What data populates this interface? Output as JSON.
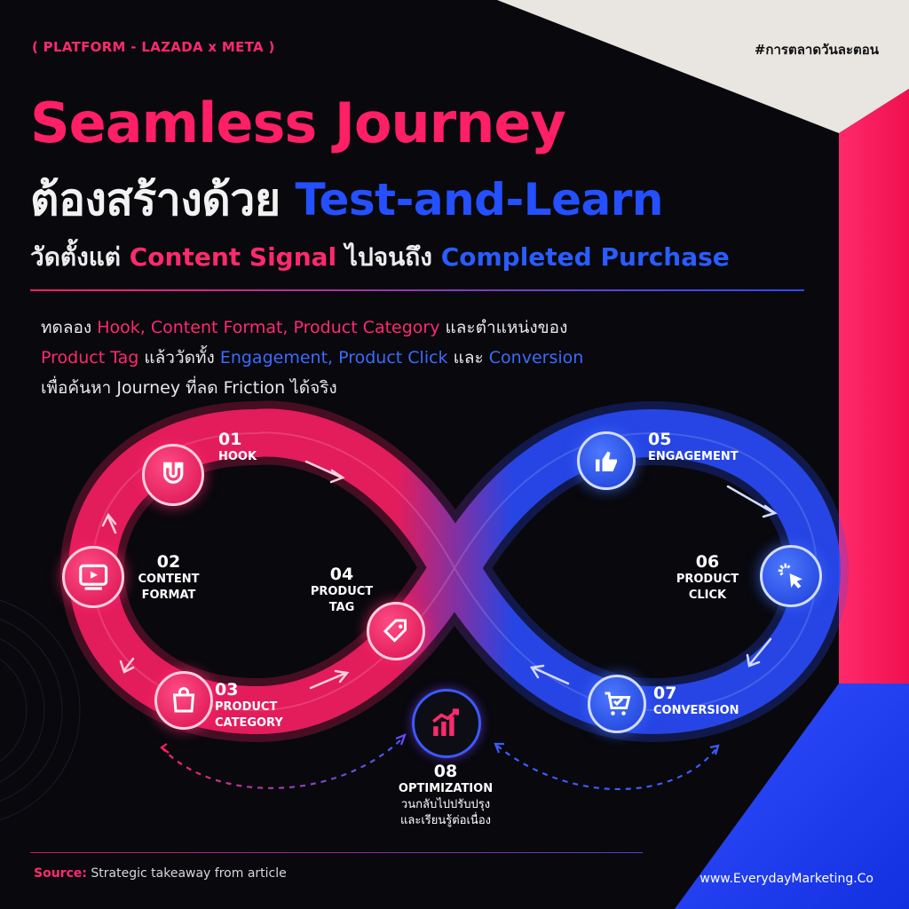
{
  "header": {
    "platform_tag": "( PLATFORM - LAZADA x META )",
    "hashtag": "#การตลาดวันละตอน"
  },
  "title": {
    "line1": "Seamless Journey",
    "line2_white": "ต้องสร้างด้วย",
    "line2_blue": "Test-and-Learn",
    "line3_a": "วัดตั้งแต่",
    "line3_pink": "Content Signal",
    "line3_b": "ไปจนถึง",
    "line3_blue": "Completed Purchase"
  },
  "description": {
    "l1_a": "ทดลอง",
    "l1_pink": "Hook, Content Format, Product Category",
    "l1_b": "และตำแหน่งของ",
    "l2_pink": "Product Tag",
    "l2_a": "แล้ววัดทั้ง",
    "l2_blue1": "Engagement, Product Click",
    "l2_b": "และ",
    "l2_blue2": "Conversion",
    "l3": "เพื่อค้นหา Journey ที่ลด Friction ได้จริง"
  },
  "steps": [
    {
      "num": "01",
      "name": "HOOK",
      "icon": "magnet-icon"
    },
    {
      "num": "02",
      "name_l1": "CONTENT",
      "name_l2": "FORMAT",
      "icon": "play-screen-icon"
    },
    {
      "num": "03",
      "name_l1": "PRODUCT",
      "name_l2": "CATEGORY",
      "icon": "shopping-bag-icon"
    },
    {
      "num": "04",
      "name_l1": "PRODUCT",
      "name_l2": "TAG",
      "icon": "price-tag-icon"
    },
    {
      "num": "05",
      "name": "ENGAGEMENT",
      "icon": "thumbs-up-icon"
    },
    {
      "num": "06",
      "name_l1": "PRODUCT",
      "name_l2": "CLICK",
      "icon": "cursor-click-icon"
    },
    {
      "num": "07",
      "name": "CONVERSION",
      "icon": "cart-check-icon"
    },
    {
      "num": "08",
      "name": "OPTIMIZATION",
      "sub_l1": "วนกลับไปปรับปรุง",
      "sub_l2": "และเรียนรู้ต่อเนื่อง",
      "icon": "bar-chart-up-icon"
    }
  ],
  "footer": {
    "source_key": "Source:",
    "source_text": "Strategic takeaway from article",
    "website": "www.EverydayMarketing.Co"
  },
  "colors": {
    "pink": "#ff1f66",
    "blue": "#2450ff",
    "background": "#08080d"
  }
}
